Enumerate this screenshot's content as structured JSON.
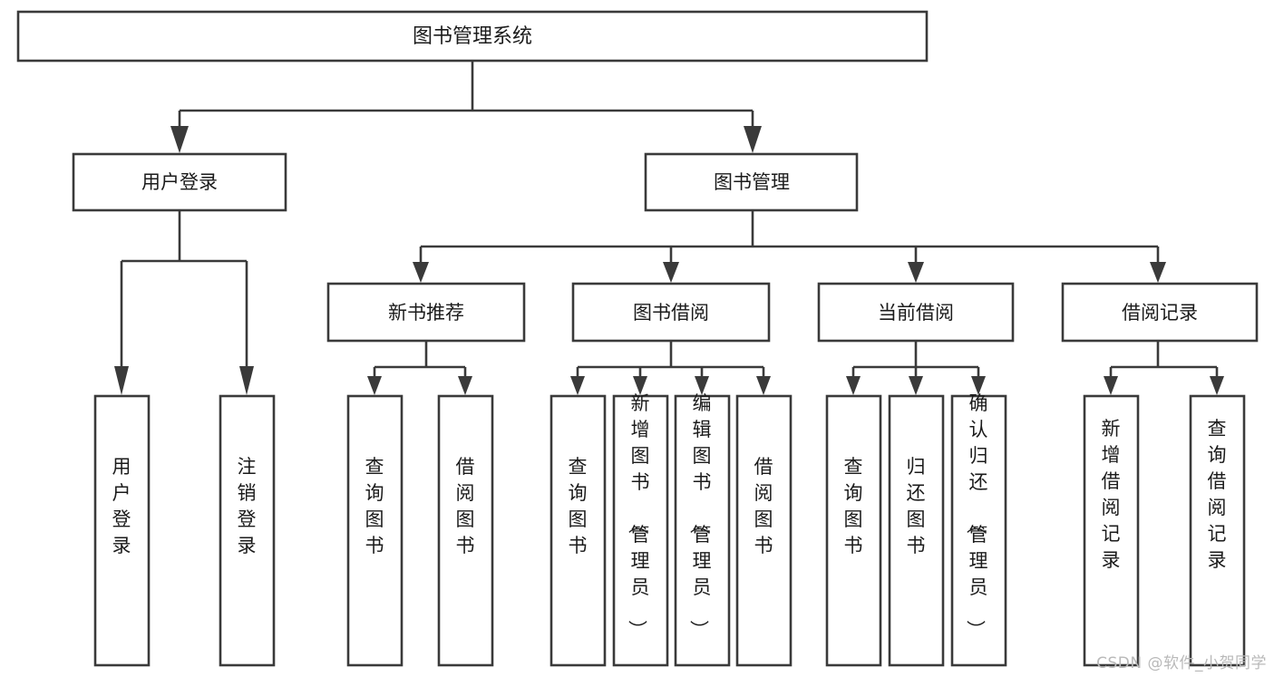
{
  "diagram": {
    "type": "tree",
    "title": "图书管理系统",
    "watermark": "CSDN @软件_小贺同学",
    "colors": {
      "box_stroke": "#3a3a3a",
      "box_fill": "#ffffff",
      "text": "#1b1b1b",
      "background": "#ffffff",
      "watermark": "#b9b9b9"
    },
    "levels": {
      "root": {
        "label": "图书管理系统"
      },
      "level2": [
        {
          "label": "用户登录"
        },
        {
          "label": "图书管理"
        }
      ],
      "level3": [
        {
          "label": "新书推荐"
        },
        {
          "label": "图书借阅"
        },
        {
          "label": "当前借阅"
        },
        {
          "label": "借阅记录"
        }
      ],
      "leaves": {
        "user_login": [
          {
            "label": "用户登录"
          },
          {
            "label": "注销登录"
          }
        ],
        "new_book_recommend": [
          {
            "label": "查询图书"
          },
          {
            "label": "借阅图书"
          }
        ],
        "book_borrow": [
          {
            "label": "查询图书"
          },
          {
            "label": "新增图书（管理员）"
          },
          {
            "label": "编辑图书（管理员）"
          },
          {
            "label": "借阅图书"
          }
        ],
        "current_borrow": [
          {
            "label": "查询图书"
          },
          {
            "label": "归还图书"
          },
          {
            "label": "确认归还（管理员）"
          }
        ],
        "borrow_record": [
          {
            "label": "新增借阅记录"
          },
          {
            "label": "查询借阅记录"
          }
        ]
      }
    }
  }
}
